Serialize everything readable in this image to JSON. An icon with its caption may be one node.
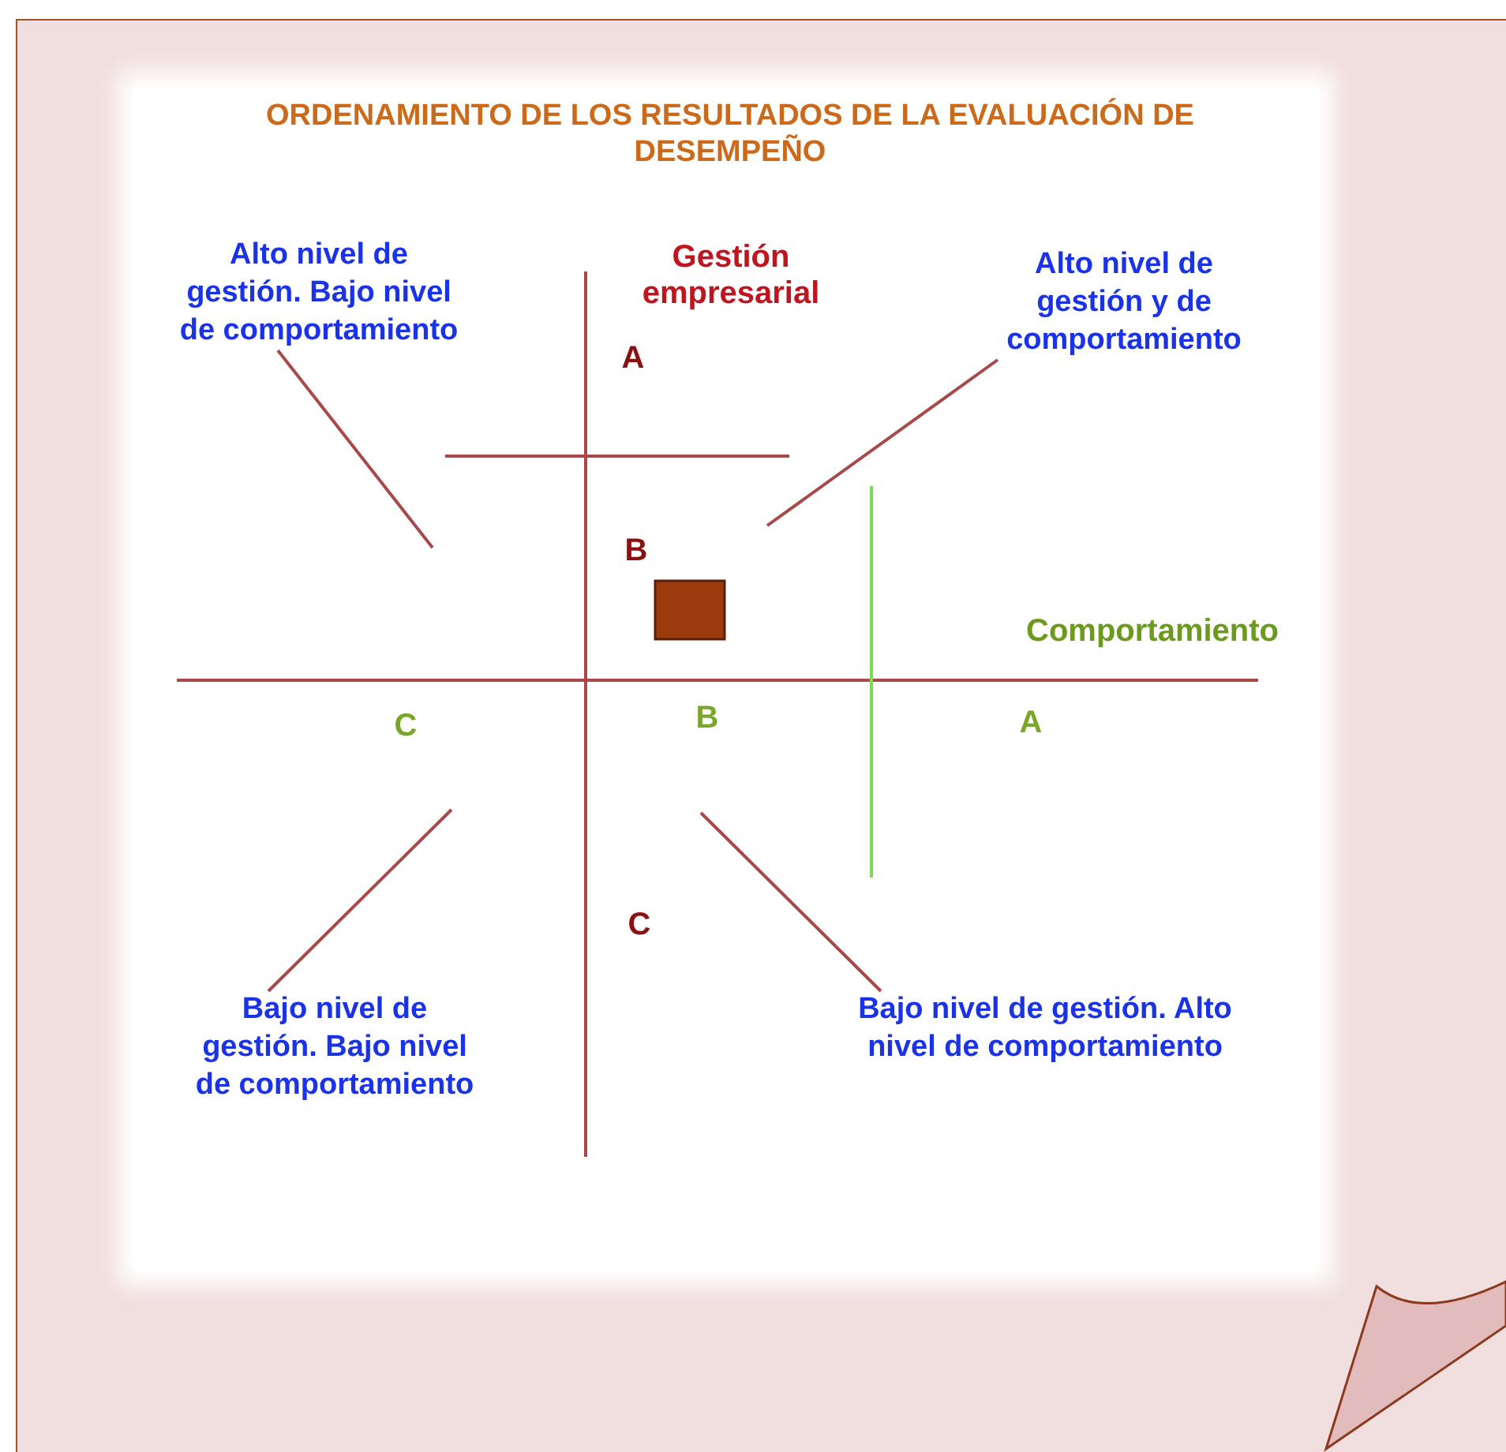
{
  "diagram": {
    "title": "ORDENAMIENTO DE LOS RESULTADOS DE LA EVALUACIÓN DE DESEMPEÑO",
    "nodes": [
      {
        "text": [
          "Alto nivel de gestión. Bajo nivel de comportamiento"
        ]
      },
      {
        "text": [
          "Alto nivel de gestión y de comportamiento"
        ]
      },
      {
        "text": [
          "Bajo nivel de gestión. Bajo nivel de comportamiento"
        ]
      },
      {
        "text": [
          "Bajo nivel de gestión. Alto nivel de comportamiento"
        ]
      }
    ],
    "edges": [
      {
        "from": 0,
        "to": null,
        "arrow": "none"
      },
      {
        "from": 1,
        "to": null,
        "arrow": "none"
      },
      {
        "from": 2,
        "to": null,
        "arrow": "none"
      },
      {
        "from": 3,
        "to": null,
        "arrow": "none"
      }
    ],
    "labels": [
      "Gestión empresarial",
      "A",
      "B",
      "Comportamiento",
      "C",
      "B",
      "A",
      "C"
    ]
  }
}
